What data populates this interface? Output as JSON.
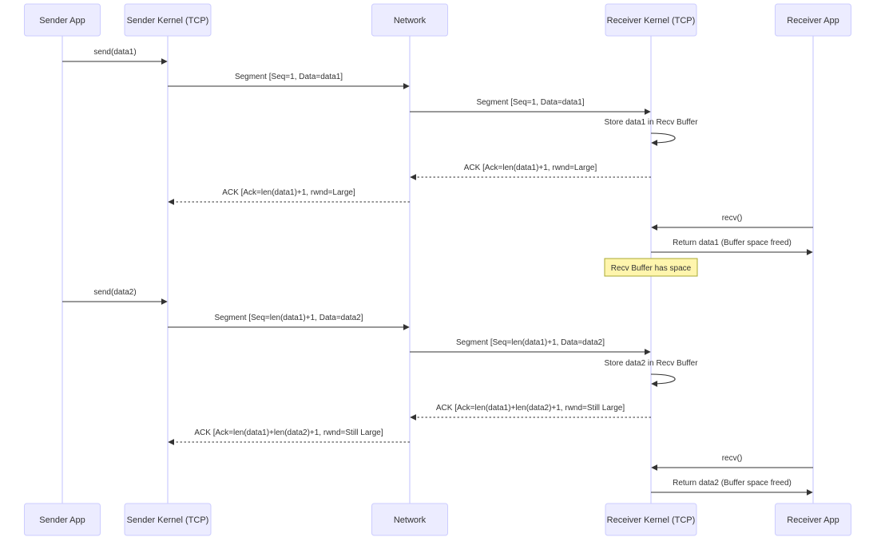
{
  "actors": [
    {
      "id": "sender_app",
      "label": "Sender App"
    },
    {
      "id": "sender_kernel",
      "label": "Sender Kernel (TCP)"
    },
    {
      "id": "network",
      "label": "Network"
    },
    {
      "id": "receiver_kernel",
      "label": "Receiver Kernel (TCP)"
    },
    {
      "id": "receiver_app",
      "label": "Receiver App"
    }
  ],
  "steps": [
    {
      "kind": "message",
      "from": "sender_app",
      "to": "sender_kernel",
      "style": "solid",
      "text": "send(data1)"
    },
    {
      "kind": "message",
      "from": "sender_kernel",
      "to": "network",
      "style": "solid",
      "text": "Segment [Seq=1, Data=data1]"
    },
    {
      "kind": "message",
      "from": "network",
      "to": "receiver_kernel",
      "style": "solid",
      "text": "Segment [Seq=1, Data=data1]"
    },
    {
      "kind": "self",
      "actor": "receiver_kernel",
      "style": "solid",
      "text": "Store data1 in Recv Buffer"
    },
    {
      "kind": "message",
      "from": "receiver_kernel",
      "to": "network",
      "style": "dotted",
      "text": "ACK [Ack=len(data1)+1, rwnd=Large]"
    },
    {
      "kind": "message",
      "from": "network",
      "to": "sender_kernel",
      "style": "dotted",
      "text": "ACK [Ack=len(data1)+1, rwnd=Large]"
    },
    {
      "kind": "message",
      "from": "receiver_app",
      "to": "receiver_kernel",
      "style": "solid",
      "text": "recv()"
    },
    {
      "kind": "message",
      "from": "receiver_kernel",
      "to": "receiver_app",
      "style": "solid",
      "text": "Return data1 (Buffer space freed)"
    },
    {
      "kind": "note",
      "actor": "receiver_kernel",
      "text": "Recv Buffer has space"
    },
    {
      "kind": "message",
      "from": "sender_app",
      "to": "sender_kernel",
      "style": "solid",
      "text": "send(data2)"
    },
    {
      "kind": "message",
      "from": "sender_kernel",
      "to": "network",
      "style": "solid",
      "text": "Segment [Seq=len(data1)+1, Data=data2]"
    },
    {
      "kind": "message",
      "from": "network",
      "to": "receiver_kernel",
      "style": "solid",
      "text": "Segment [Seq=len(data1)+1, Data=data2]"
    },
    {
      "kind": "self",
      "actor": "receiver_kernel",
      "style": "solid",
      "text": "Store data2 in Recv Buffer"
    },
    {
      "kind": "message",
      "from": "receiver_kernel",
      "to": "network",
      "style": "dotted",
      "text": "ACK [Ack=len(data1)+len(data2)+1, rwnd=Still Large]"
    },
    {
      "kind": "message",
      "from": "network",
      "to": "sender_kernel",
      "style": "dotted",
      "text": "ACK [Ack=len(data1)+len(data2)+1, rwnd=Still Large]"
    },
    {
      "kind": "message",
      "from": "receiver_app",
      "to": "receiver_kernel",
      "style": "solid",
      "text": "recv()"
    },
    {
      "kind": "message",
      "from": "receiver_kernel",
      "to": "receiver_app",
      "style": "solid",
      "text": "Return data2 (Buffer space freed)"
    }
  ]
}
